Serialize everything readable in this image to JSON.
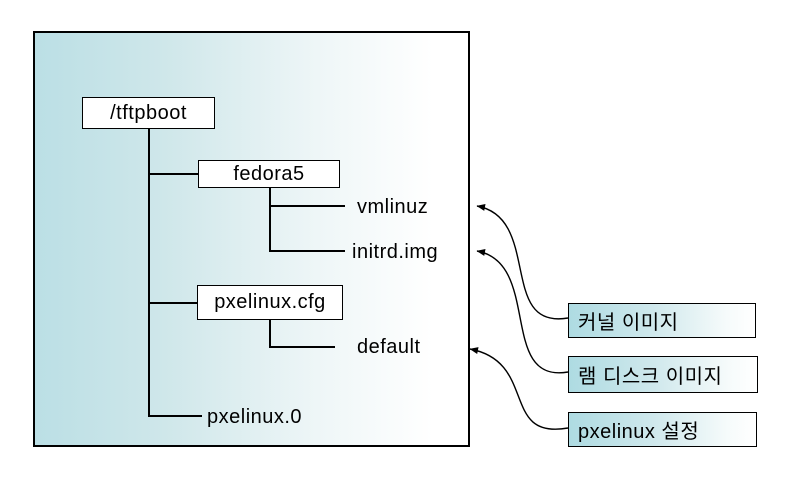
{
  "tree": {
    "root": {
      "label": "/tftpboot",
      "type": "folder"
    },
    "children": [
      {
        "label": "fedora5",
        "type": "folder",
        "children": [
          {
            "label": "vmlinuz",
            "type": "file"
          },
          {
            "label": "initrd.img",
            "type": "file"
          }
        ]
      },
      {
        "label": "pxelinux.cfg",
        "type": "folder",
        "children": [
          {
            "label": "default",
            "type": "file"
          }
        ]
      },
      {
        "label": "pxelinux.0",
        "type": "file"
      }
    ]
  },
  "callouts": [
    {
      "label": "커널 이미지",
      "target": "vmlinuz"
    },
    {
      "label": "램 디스크 이미지",
      "target": "initrd.img"
    },
    {
      "label": "pxelinux 설정",
      "target": "default"
    }
  ],
  "colors": {
    "box_gradient_start": "#bbdfe5",
    "box_gradient_end": "#ffffff",
    "callout_gradient_start": "#aedbe2",
    "node_fill": "#ffffff",
    "line": "#000000"
  }
}
